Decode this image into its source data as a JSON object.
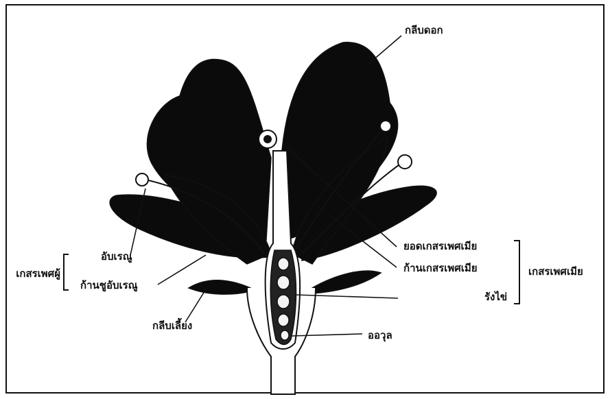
{
  "labels": {
    "petal": "กลีบดอก",
    "anther": "อับเรณู",
    "filament": "ก้านชูอับเรณู",
    "sepal": "กลีบเลี้ยง",
    "stigma": "ยอดเกสรเพศเมีย",
    "style": "ก้านเกสรเพศเมีย",
    "ovary": "รังไข่",
    "ovule": "ออวุล"
  },
  "groups": {
    "stamen": "เกสรเพศผู้",
    "pistil": "เกสรเพศเมีย"
  }
}
